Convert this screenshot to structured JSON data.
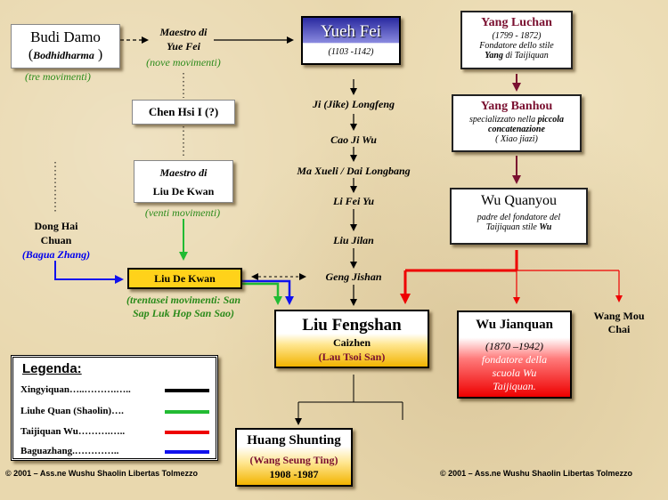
{
  "budi_damo": {
    "name": "Budi Damo",
    "alias": "Bodhidharma",
    "moves": "(tre movimenti)"
  },
  "maestro_yue": {
    "line1": "Maestro di",
    "line2": "Yue Fei",
    "moves": "(nove movimenti)"
  },
  "yueh_fei": {
    "name": "Yueh Fei",
    "dates": "(1103 -1142)"
  },
  "chen_hsi": {
    "name": "Chen Hsi I (?)"
  },
  "maestro_liu": {
    "line1": "Maestro di",
    "line2": "Liu De Kwan",
    "moves": "(venti movimenti)"
  },
  "dong_hai": {
    "line1": "Dong Hai",
    "line2": "Chuan",
    "style": "(Bagua Zhang)"
  },
  "liu_de_kwan": {
    "name": "Liu De Kwan",
    "moves_line1": "(trentasei movimenti: San",
    "moves_line2": "Sap Luk Hop San Sao)"
  },
  "lineage": [
    "Ji (Jike) Longfeng",
    "Cao Ji Wu",
    "Ma Xueli / Dai Longbang",
    "Li Fei Yu",
    "Liu Jilan",
    "Geng Jishan"
  ],
  "liu_fengshan": {
    "name": "Liu Fengshan",
    "alias": "Caizhen",
    "cantonese": "(Lau Tsoi San)"
  },
  "yang_luchan": {
    "name": "Yang Luchan",
    "dates": "(1799 - 1872)",
    "desc1": "Fondatore dello stile",
    "desc2a": "Yang",
    "desc2b": " di Taijiquan"
  },
  "yang_banhou": {
    "name": "Yang Banhou",
    "desc1a": "specializzato nella ",
    "desc1b": "piccola",
    "desc2": "concatenazione",
    "desc3": "( Xiao jiazi)"
  },
  "wu_quanyou": {
    "name": "Wu Quanyou",
    "desc1": "padre del fondatore del",
    "desc2a": "Taijiquan stile ",
    "desc2b": "Wu"
  },
  "wu_jianquan": {
    "name": "Wu Jianquan",
    "dates": "(1870 –1942)",
    "desc1": "fondatore della",
    "desc2": "scuola Wu",
    "desc3": "Taijiquan."
  },
  "wang_mou": {
    "line1": "Wang Mou",
    "line2": "Chai"
  },
  "huang": {
    "name": "Huang Shunting",
    "cantonese": "(Wang Seung Ting)",
    "dates": "1908 -1987"
  },
  "legend": {
    "title": "Legenda:",
    "items": [
      {
        "label": "Xingyiquan…..……….…..",
        "color": "#000000"
      },
      {
        "label": "Liuhe Quan (Shaolin)….",
        "color": "#22bb33"
      },
      {
        "label": "Taijiquan Wu……….…..",
        "color": "#ee0000"
      },
      {
        "label": "Baguazhang.…………..",
        "color": "#1111ee"
      }
    ]
  },
  "copyright_left": "© 2001 – Ass.ne Wushu Shaolin Libertas Tolmezzo",
  "copyright_right": "© 2001 – Ass.ne Wushu Shaolin Libertas Tolmezzo",
  "colors": {
    "black": "#000000",
    "green": "#22bb33",
    "red": "#ee0000",
    "blue": "#1111ee",
    "dark_red": "#7a1030",
    "navy": "#1a1a7a"
  }
}
